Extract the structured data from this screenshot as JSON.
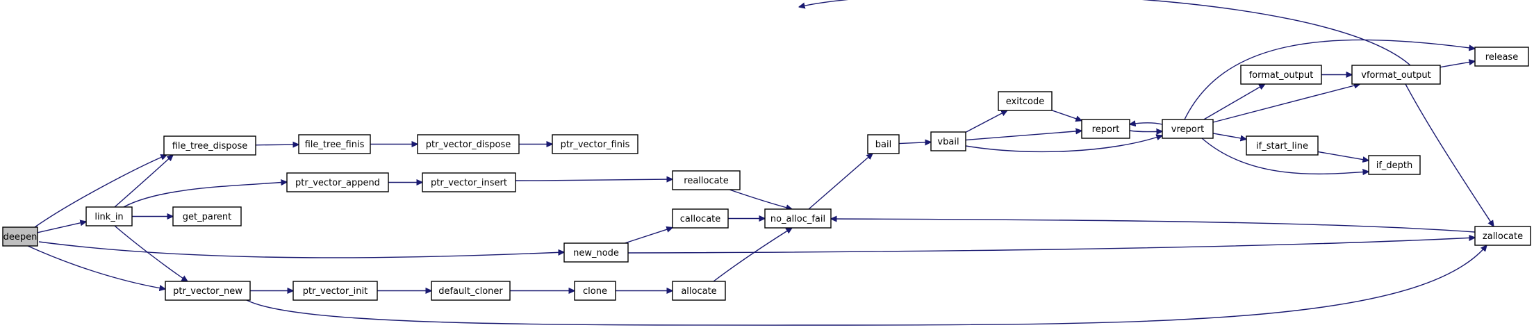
{
  "colors": {
    "edge": "#191970",
    "root_fill": "#bfbfbf",
    "node_fill": "#ffffff",
    "border": "#000000"
  },
  "nodes": [
    {
      "id": "deepen",
      "label": "deepen",
      "root": true
    },
    {
      "id": "file_tree_dispose",
      "label": "file_tree_dispose"
    },
    {
      "id": "file_tree_finis",
      "label": "file_tree_finis"
    },
    {
      "id": "ptr_vector_dispose",
      "label": "ptr_vector_dispose"
    },
    {
      "id": "ptr_vector_finis",
      "label": "ptr_vector_finis"
    },
    {
      "id": "link_in",
      "label": "link_in"
    },
    {
      "id": "ptr_vector_append",
      "label": "ptr_vector_append"
    },
    {
      "id": "ptr_vector_insert",
      "label": "ptr_vector_insert"
    },
    {
      "id": "get_parent",
      "label": "get_parent"
    },
    {
      "id": "reallocate",
      "label": "reallocate"
    },
    {
      "id": "callocate",
      "label": "callocate"
    },
    {
      "id": "no_alloc_fail",
      "label": "no_alloc_fail"
    },
    {
      "id": "new_node",
      "label": "new_node"
    },
    {
      "id": "ptr_vector_new",
      "label": "ptr_vector_new"
    },
    {
      "id": "ptr_vector_init",
      "label": "ptr_vector_init"
    },
    {
      "id": "default_cloner",
      "label": "default_cloner"
    },
    {
      "id": "clone",
      "label": "clone"
    },
    {
      "id": "allocate",
      "label": "allocate"
    },
    {
      "id": "bail",
      "label": "bail"
    },
    {
      "id": "vbail",
      "label": "vbail"
    },
    {
      "id": "exitcode",
      "label": "exitcode"
    },
    {
      "id": "report",
      "label": "report"
    },
    {
      "id": "vreport",
      "label": "vreport"
    },
    {
      "id": "format_output",
      "label": "format_output"
    },
    {
      "id": "vformat_output",
      "label": "vformat_output"
    },
    {
      "id": "release",
      "label": "release"
    },
    {
      "id": "if_start_line",
      "label": "if_start_line"
    },
    {
      "id": "if_depth",
      "label": "if_depth"
    },
    {
      "id": "zallocate",
      "label": "zallocate"
    }
  ],
  "edges": [
    [
      "deepen",
      "file_tree_dispose"
    ],
    [
      "deepen",
      "link_in"
    ],
    [
      "deepen",
      "new_node"
    ],
    [
      "deepen",
      "ptr_vector_new"
    ],
    [
      "file_tree_dispose",
      "file_tree_finis"
    ],
    [
      "file_tree_finis",
      "ptr_vector_dispose"
    ],
    [
      "ptr_vector_dispose",
      "ptr_vector_finis"
    ],
    [
      "link_in",
      "file_tree_dispose"
    ],
    [
      "link_in",
      "ptr_vector_append"
    ],
    [
      "link_in",
      "get_parent"
    ],
    [
      "link_in",
      "ptr_vector_new"
    ],
    [
      "ptr_vector_append",
      "ptr_vector_insert"
    ],
    [
      "ptr_vector_insert",
      "reallocate"
    ],
    [
      "reallocate",
      "no_alloc_fail"
    ],
    [
      "callocate",
      "no_alloc_fail"
    ],
    [
      "allocate",
      "no_alloc_fail"
    ],
    [
      "new_node",
      "callocate"
    ],
    [
      "new_node",
      "zallocate"
    ],
    [
      "ptr_vector_new",
      "ptr_vector_init"
    ],
    [
      "ptr_vector_new",
      "zallocate"
    ],
    [
      "ptr_vector_init",
      "default_cloner"
    ],
    [
      "default_cloner",
      "clone"
    ],
    [
      "clone",
      "allocate"
    ],
    [
      "no_alloc_fail",
      "bail"
    ],
    [
      "bail",
      "vbail"
    ],
    [
      "vbail",
      "exitcode"
    ],
    [
      "vbail",
      "report"
    ],
    [
      "vbail",
      "vreport"
    ],
    [
      "exitcode",
      "report"
    ],
    [
      "report",
      "vreport"
    ],
    [
      "vreport",
      "report"
    ],
    [
      "vreport",
      "format_output"
    ],
    [
      "vreport",
      "vformat_output"
    ],
    [
      "vreport",
      "release"
    ],
    [
      "vreport",
      "if_start_line"
    ],
    [
      "vreport",
      "if_depth"
    ],
    [
      "format_output",
      "vformat_output"
    ],
    [
      "vformat_output",
      "release"
    ],
    [
      "vformat_output",
      "reallocate"
    ],
    [
      "vformat_output",
      "zallocate"
    ],
    [
      "if_start_line",
      "if_depth"
    ],
    [
      "zallocate",
      "no_alloc_fail"
    ]
  ]
}
